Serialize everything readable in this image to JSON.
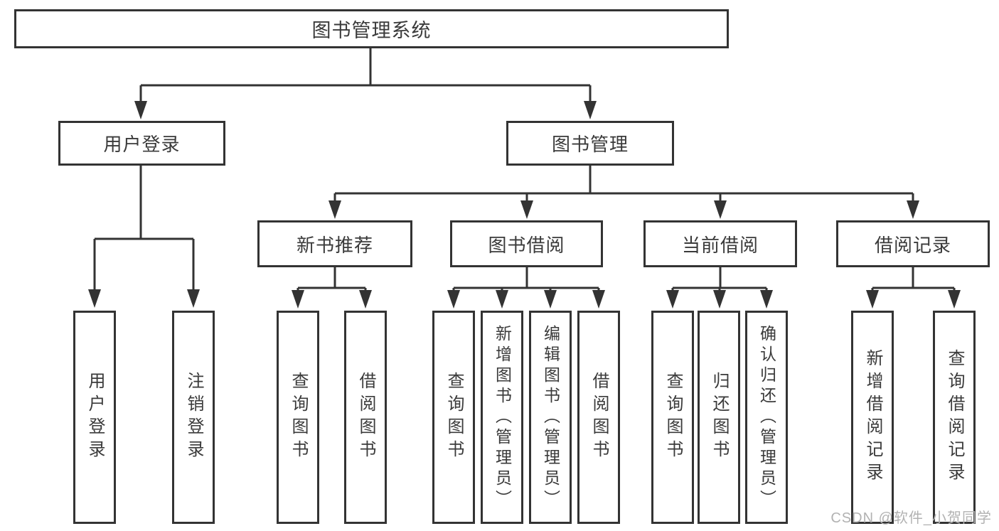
{
  "diagram": {
    "title": "图书管理系统",
    "colors": {
      "line": "#333333",
      "text": "#3a3a3a",
      "background": "#ffffff",
      "watermark_text": "#b2b2b2"
    },
    "nodes": {
      "root": {
        "label": "图书管理系统"
      },
      "level1": [
        {
          "label": "用户登录",
          "parent": "图书管理系统"
        },
        {
          "label": "图书管理",
          "parent": "图书管理系统"
        }
      ],
      "level2": [
        {
          "label": "新书推荐",
          "parent": "图书管理"
        },
        {
          "label": "图书借阅",
          "parent": "图书管理"
        },
        {
          "label": "当前借阅",
          "parent": "图书管理"
        },
        {
          "label": "借阅记录",
          "parent": "图书管理"
        }
      ],
      "leaves": [
        {
          "label": "用户登录",
          "parent": "用户登录"
        },
        {
          "label": "注销登录",
          "parent": "用户登录"
        },
        {
          "label": "查询图书",
          "parent": "新书推荐"
        },
        {
          "label": "借阅图书",
          "parent": "新书推荐"
        },
        {
          "label": "查询图书",
          "parent": "图书借阅"
        },
        {
          "label": "新增图书（管理员）",
          "parent": "图书借阅"
        },
        {
          "label": "编辑图书（管理员）",
          "parent": "图书借阅"
        },
        {
          "label": "借阅图书",
          "parent": "图书借阅"
        },
        {
          "label": "查询图书",
          "parent": "当前借阅"
        },
        {
          "label": "归还图书",
          "parent": "当前借阅"
        },
        {
          "label": "确认归还（管理员）",
          "parent": "当前借阅"
        },
        {
          "label": "新增借阅记录",
          "parent": "借阅记录"
        },
        {
          "label": "查询借阅记录",
          "parent": "借阅记录"
        }
      ]
    },
    "watermark": "CSDN @软件_小贺同学"
  }
}
